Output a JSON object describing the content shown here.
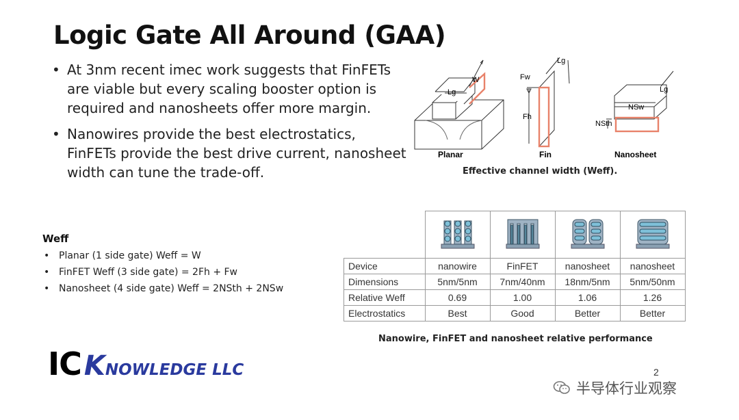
{
  "slide": {
    "title": "Logic Gate All Around (GAA)",
    "bullets": [
      "At 3nm recent imec work suggests that FinFETs are viable but every scaling booster option is required and nanosheets offer more margin.",
      "Nanowires provide the best electrostatics, FinFETs provide the best drive current, nanosheet width can tune the trade-off."
    ],
    "page_number": "2"
  },
  "weff": {
    "heading": "Weff",
    "items": [
      "Planar (1 side gate) Weff = W",
      "FinFET Weff (3 side gate) = 2Fh + Fw",
      "Nanosheet (4 side gate) Weff = 2NSth + 2NSw"
    ]
  },
  "diagram": {
    "labels": {
      "planar": "Planar",
      "fin": "Fin",
      "nanosheet": "Nanosheet"
    },
    "dims": {
      "lg": "Lg",
      "w": "W",
      "fw": "Fw",
      "fh": "Fh",
      "nsw": "NSw",
      "nsth": "NSth"
    },
    "caption": "Effective channel width (Weff).",
    "highlight_color": "#e8826a"
  },
  "table": {
    "header_row_label": "Device",
    "devices": [
      "nanowire",
      "FinFET",
      "nanosheet",
      "nanosheet"
    ],
    "rows": [
      {
        "label": "Dimensions",
        "values": [
          "5nm/5nm",
          "7nm/40nm",
          "18nm/5nm",
          "5nm/50nm"
        ]
      },
      {
        "label": "Relative Weff",
        "values": [
          "0.69",
          "1.00",
          "1.06",
          "1.26"
        ]
      },
      {
        "label": "Electrostatics",
        "values": [
          "Best",
          "Good",
          "Better",
          "Better"
        ]
      }
    ],
    "caption": "Nanowire, FinFET and nanosheet relative performance"
  },
  "logo": {
    "ic": "IC",
    "k": "K",
    "rest": "NOWLEDGE LLC",
    "color": "#2a3a9e"
  },
  "watermark": {
    "text": "半导体行业观察"
  }
}
